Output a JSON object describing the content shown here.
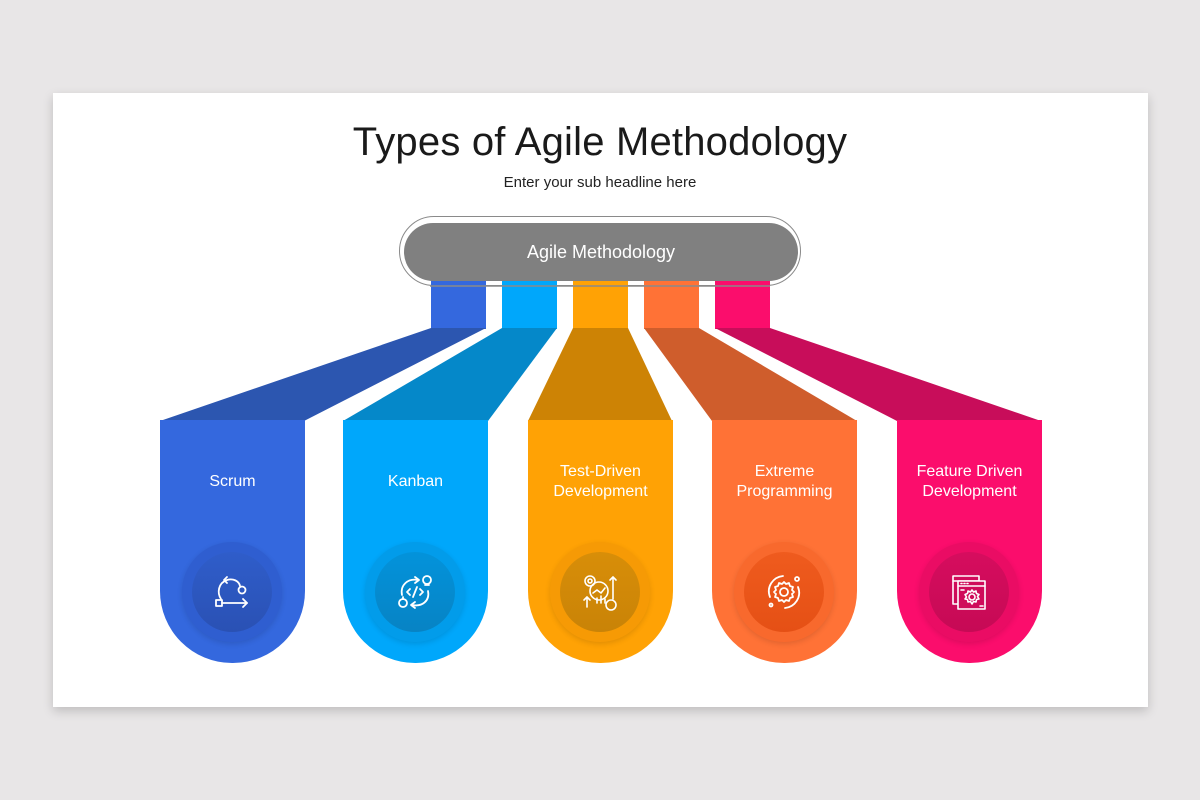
{
  "slide": {
    "title": "Types of Agile Methodology",
    "subtitle": "Enter your sub headline here",
    "hub_label": "Agile Methodology"
  },
  "colors": {
    "background": "#e8e6e7",
    "hub": "#808080",
    "blue": "#3468de",
    "blue_dark": "#2c56b0",
    "cyan": "#00a7fb",
    "cyan_dark": "#0588c9",
    "orange": "#ffa205",
    "orange_dark": "#cd8305",
    "orange_red": "#ff7236",
    "orange_red_dark": "#cf5d2c",
    "pink": "#fb0d6c",
    "pink_dark": "#c80d5a"
  },
  "methods": [
    {
      "label": "Scrum",
      "icon": "scrum-cycle-icon"
    },
    {
      "label": "Kanban",
      "icon": "code-cycle-icon"
    },
    {
      "label": "Test-Driven Development",
      "icon": "analytics-gear-icon"
    },
    {
      "label": "Extreme Programming",
      "icon": "gear-orbit-icon"
    },
    {
      "label": "Feature Driven Development",
      "icon": "window-settings-icon"
    }
  ]
}
